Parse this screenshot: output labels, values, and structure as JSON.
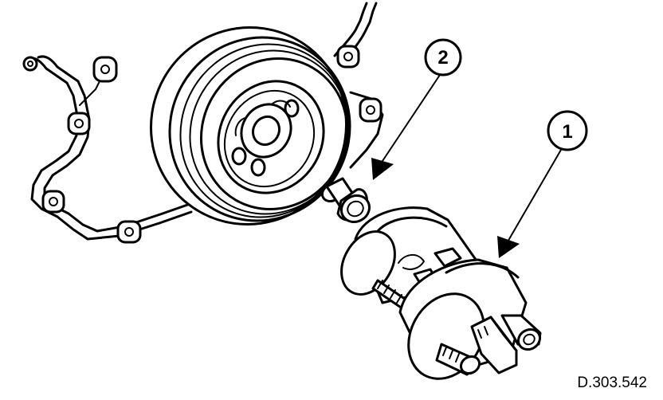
{
  "diagram": {
    "callouts": [
      {
        "id": "tool",
        "label": "1"
      },
      {
        "id": "bolt",
        "label": "2"
      }
    ],
    "reference_code": "D.303.542"
  }
}
